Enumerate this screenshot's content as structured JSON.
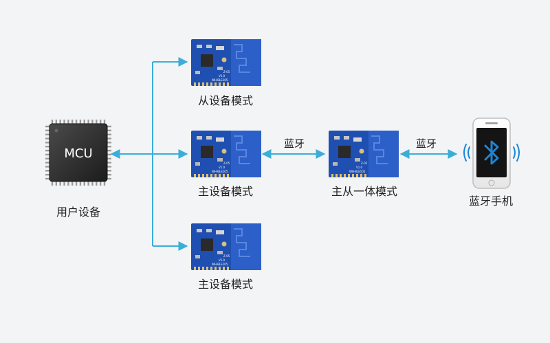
{
  "mcu": {
    "chip_text": "MCU",
    "caption": "用户设备"
  },
  "modules": {
    "top": {
      "caption": "从设备模式",
      "silk1": "Z-05",
      "silk2": "V1.0",
      "silk3": "WH-BLE105"
    },
    "middle": {
      "caption": "主设备模式",
      "silk1": "Z-05",
      "silk2": "V1.0",
      "silk3": "WH-BLE105"
    },
    "bottom": {
      "caption": "主设备模式",
      "silk1": "Z-05",
      "silk2": "V1.0",
      "silk3": "WH-BLE105"
    },
    "combo": {
      "caption": "主从一体模式",
      "silk1": "Z-05",
      "silk2": "V1.0",
      "silk3": "WH-BLE105"
    }
  },
  "links": {
    "bt1": "蓝牙",
    "bt2": "蓝牙"
  },
  "phone": {
    "caption": "蓝牙手机",
    "icon": "bluetooth-icon"
  },
  "colors": {
    "arrow": "#3aaed8",
    "pcb": "#1f4fb0",
    "antenna": "#2c5fc8",
    "chip": "#2a2a2a",
    "bluetooth": "#1a86d8"
  }
}
